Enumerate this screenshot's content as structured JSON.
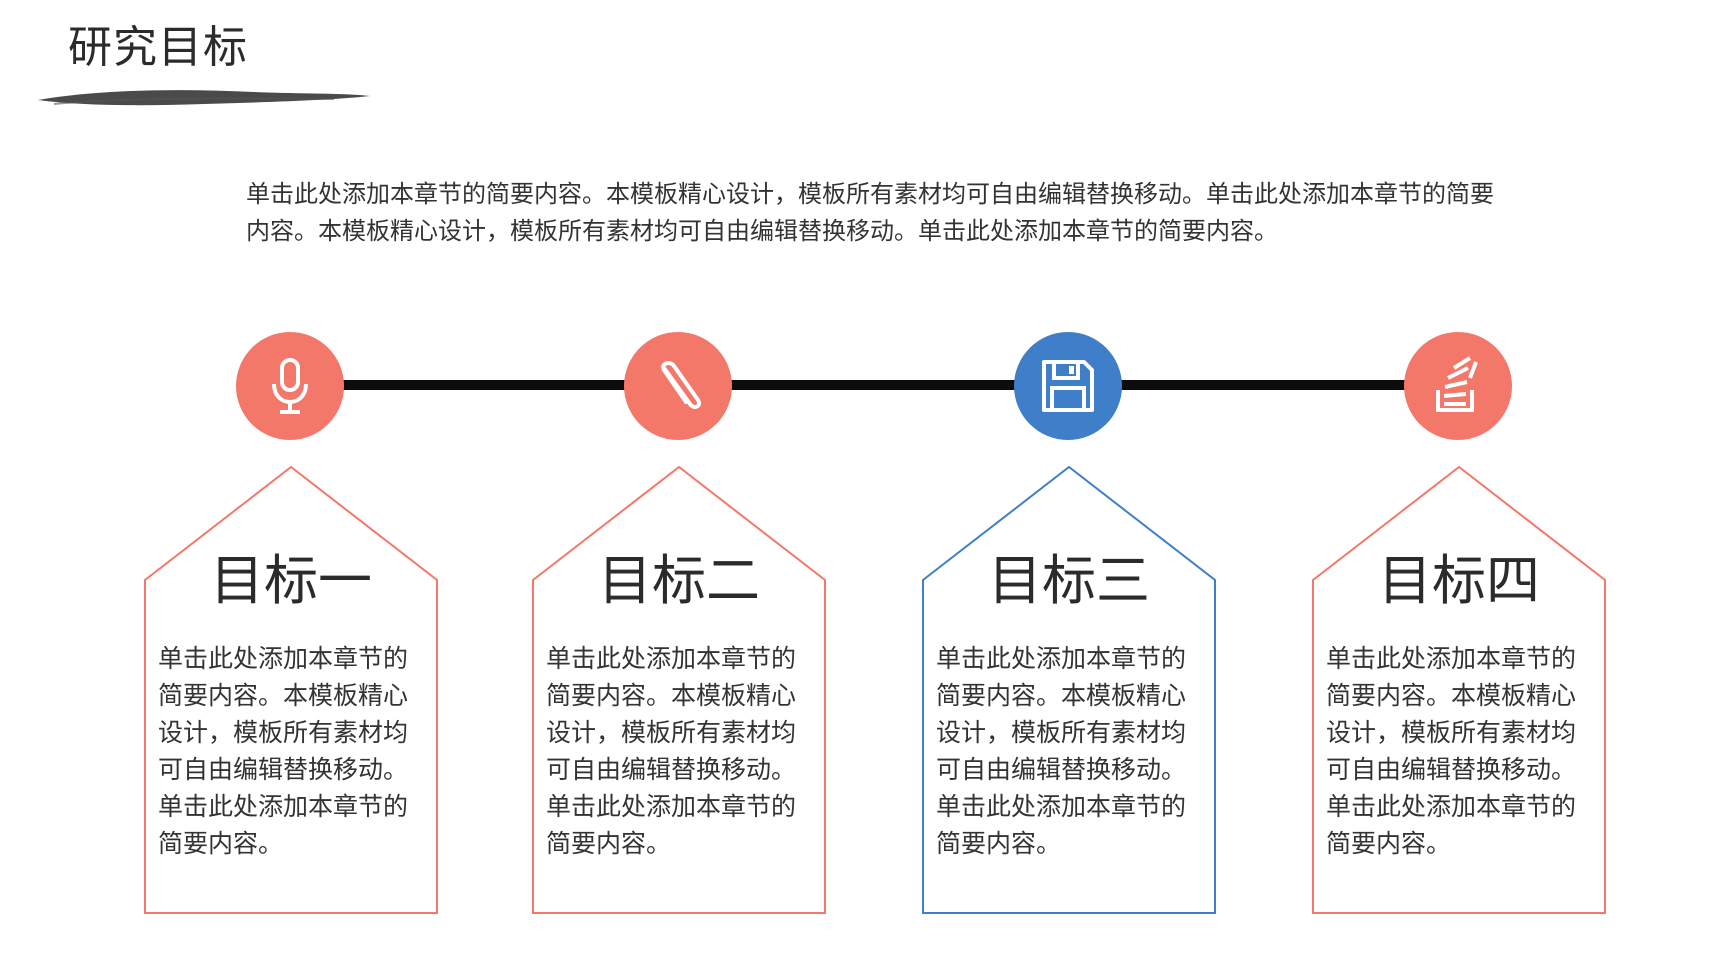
{
  "slide": {
    "title": "研究目标",
    "intro": "单击此处添加本章节的简要内容。本模板精心设计，模板所有素材均可自由编辑替换移动。单击此处添加本章节的简要内容。本模板精心设计，模板所有素材均可自由编辑替换移动。单击此处添加本章节的简要内容。"
  },
  "colors": {
    "coral": "#f4786a",
    "blue": "#3f7fc9",
    "line": "#0d0d0d"
  },
  "goals": [
    {
      "icon": "microphone-icon",
      "title": "目标一",
      "text": "单击此处添加本章节的简要内容。本模板精心设计，模板所有素材均可自由编辑替换移动。单击此处添加本章节的简要内容。"
    },
    {
      "icon": "paperclip-icon",
      "title": "目标二",
      "text": "单击此处添加本章节的简要内容。本模板精心设计，模板所有素材均可自由编辑替换移动。单击此处添加本章节的简要内容。"
    },
    {
      "icon": "floppy-disk-icon",
      "title": "目标三",
      "text": "单击此处添加本章节的简要内容。本模板精心设计，模板所有素材均可自由编辑替换移动。单击此处添加本章节的简要内容。"
    },
    {
      "icon": "stack-overflow-icon",
      "title": "目标四",
      "text": "单击此处添加本章节的简要内容。本模板精心设计，模板所有素材均可自由编辑替换移动。单击此处添加本章节的简要内容。"
    }
  ]
}
